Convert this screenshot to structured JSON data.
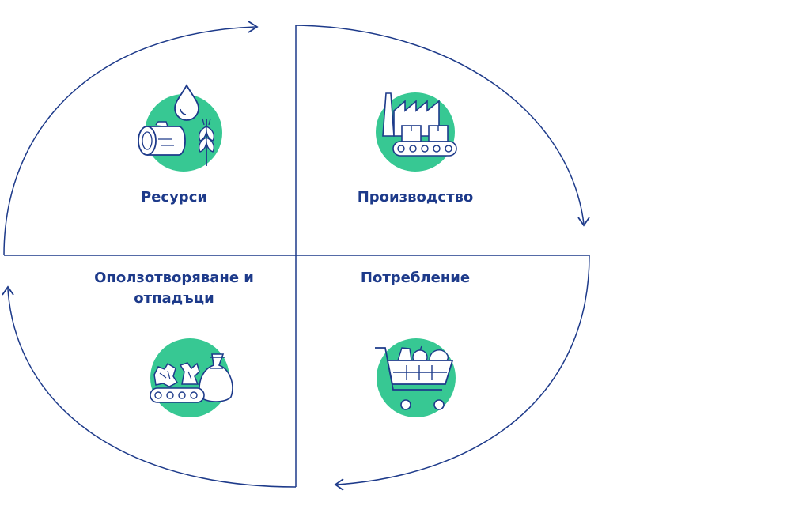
{
  "colors": {
    "line": "#1d3a8a",
    "circle": "#37c893",
    "icon_stroke": "#1d3a8a",
    "text": "#1d3a8a"
  },
  "stages": {
    "resources": {
      "label": "Ресурси",
      "icon": "log-water-wheat-icon"
    },
    "production": {
      "label": "Производство",
      "icon": "factory-conveyor-icon"
    },
    "consumption": {
      "label": "Потребление",
      "icon": "shopping-cart-icon"
    },
    "waste": {
      "label": "Оползотворяване и отпадъци",
      "icon": "recycling-conveyor-bag-icon"
    }
  }
}
